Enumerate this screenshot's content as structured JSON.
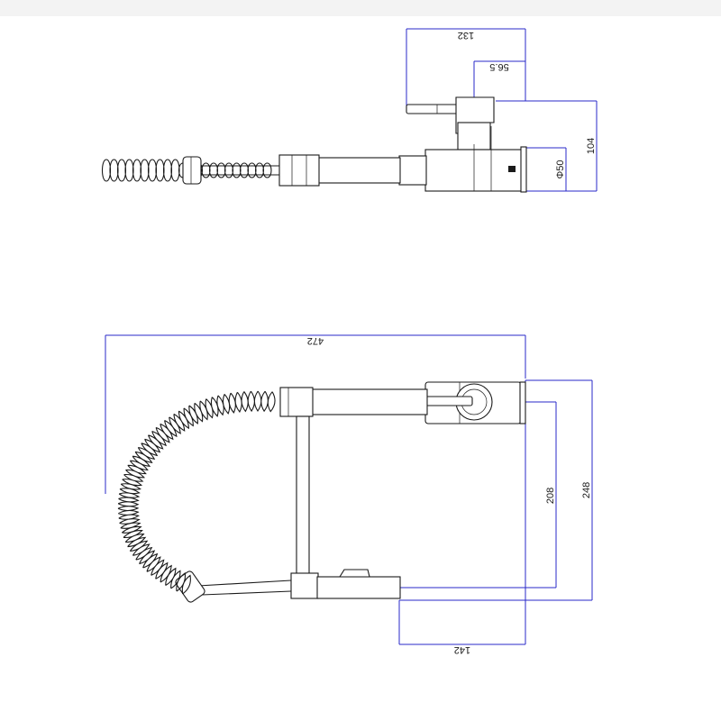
{
  "colors": {
    "dimension": "#2828c8",
    "ink": "#1a1a1a",
    "background": "#ffffff"
  },
  "top_view": {
    "dim_total_length": "132",
    "dim_spout_offset": "56.5",
    "dim_height": "104",
    "dim_base_diameter": "Φ50"
  },
  "front_view": {
    "dim_overall_width": "472",
    "dim_height_outer": "248",
    "dim_height_inner": "208",
    "dim_bottom_length": "142"
  }
}
